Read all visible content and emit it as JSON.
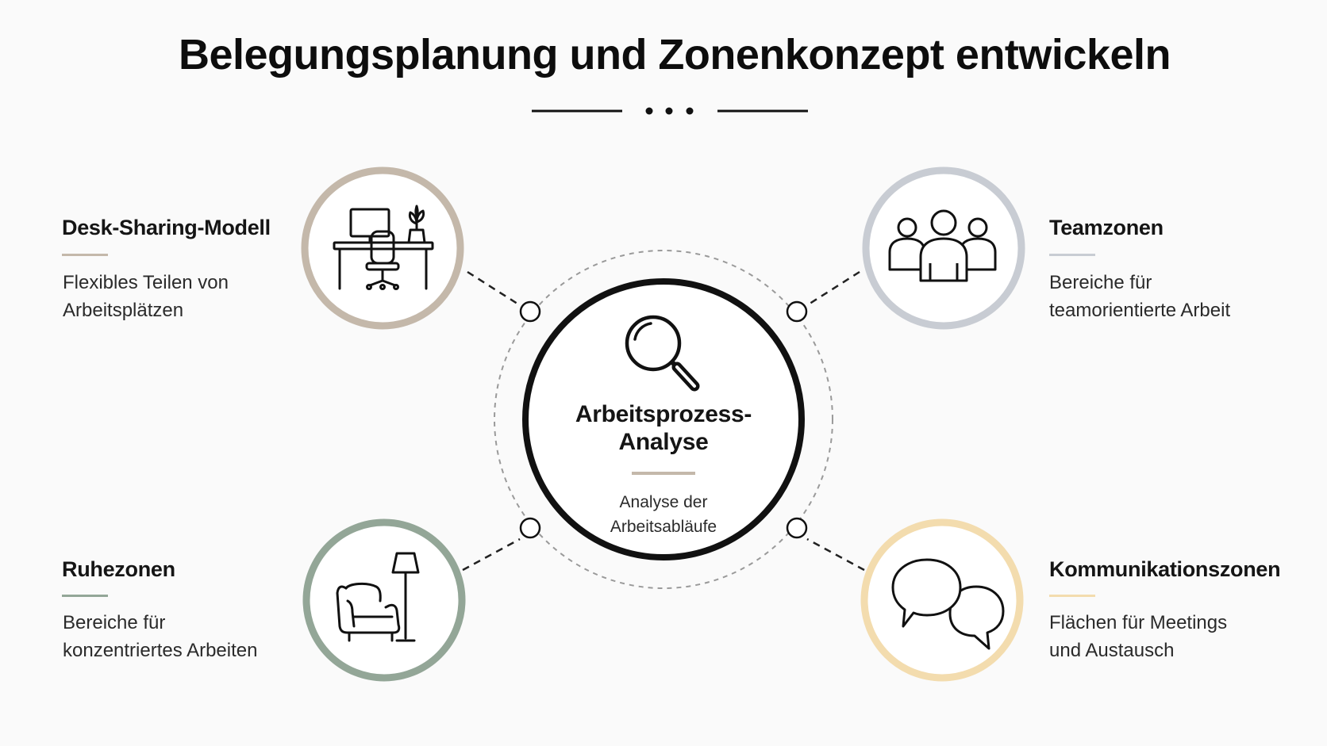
{
  "title": "Belegungsplanung und Zonenkonzept entwickeln",
  "colors": {
    "desk": "#c4b8aa",
    "team": "#c8ccd3",
    "rest": "#93a697",
    "comm": "#f3dcae",
    "center": "#111111",
    "center_bar": "#c4b8aa"
  },
  "center": {
    "title_line1": "Arbeitsprozess-",
    "title_line2": "Analyse",
    "desc_line1": "Analyse der",
    "desc_line2": "Arbeitsabläufe",
    "icon": "magnifier-icon"
  },
  "nodes": {
    "desk": {
      "title": "Desk-Sharing-Modell",
      "desc_line1": "Flexibles Teilen von",
      "desc_line2": "Arbeitsplätzen",
      "icon": "desk-chair-plant-icon"
    },
    "team": {
      "title": "Teamzonen",
      "desc_line1": "Bereiche für",
      "desc_line2": "teamorientierte Arbeit",
      "icon": "people-group-icon"
    },
    "rest": {
      "title": "Ruhezonen",
      "desc_line1": "Bereiche für",
      "desc_line2": "konzentriertes Arbeiten",
      "icon": "armchair-lamp-icon"
    },
    "comm": {
      "title": "Kommunikationszonen",
      "desc_line1": "Flächen für Meetings",
      "desc_line2": "und Austausch",
      "icon": "speech-bubbles-icon"
    }
  }
}
